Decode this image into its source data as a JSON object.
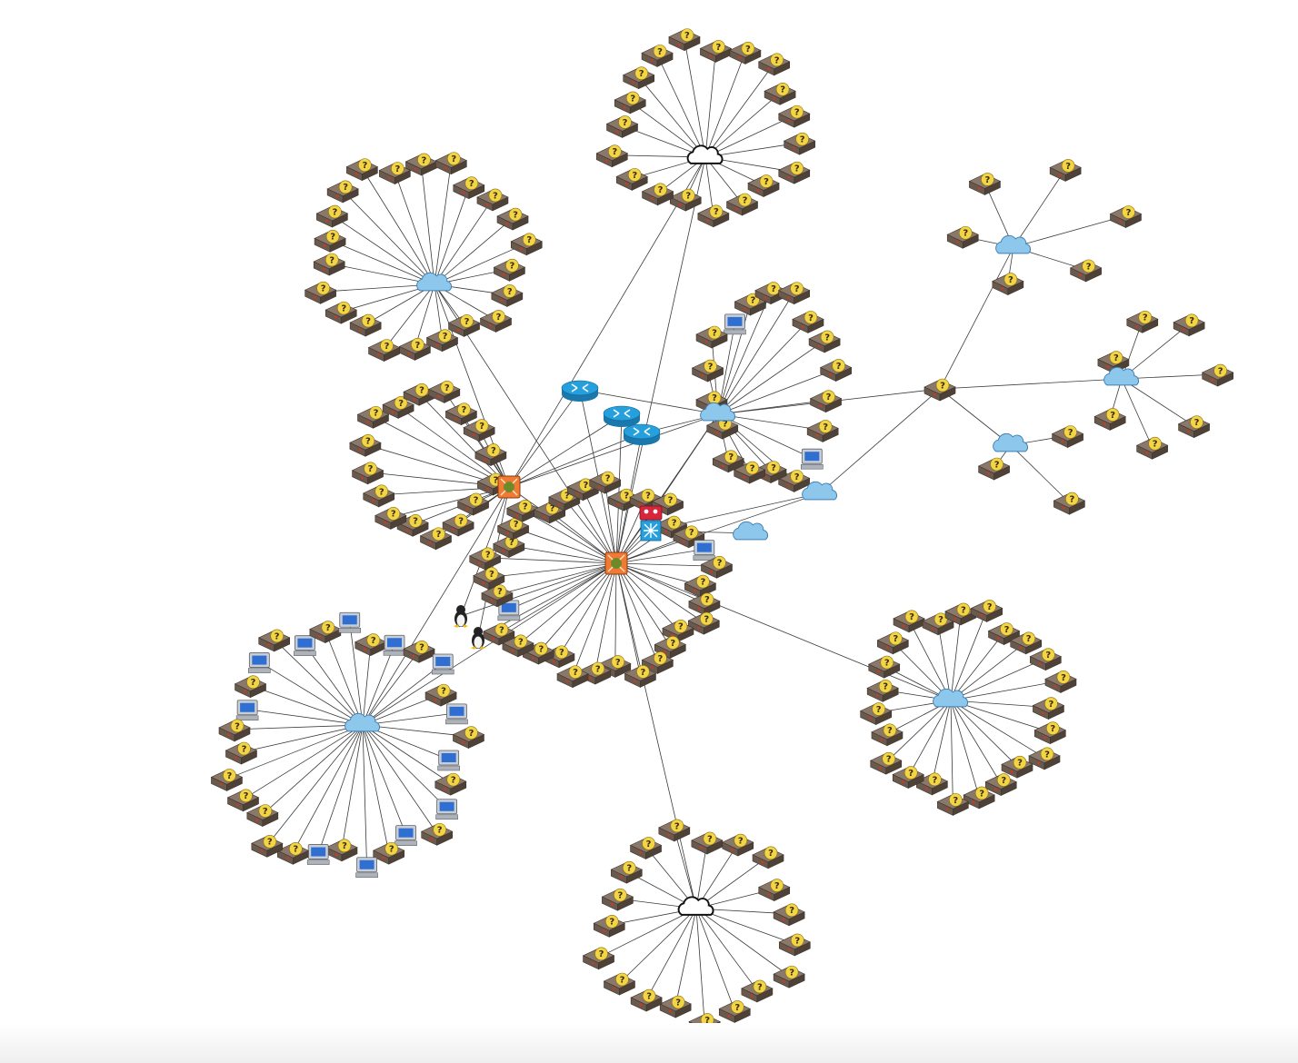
{
  "palette": {
    "background": "#ffffff",
    "link": "#3a3a3a",
    "unknown_device": "#6a5a4e",
    "unknown_badge": "#f2d544",
    "cloud_blue": "#8ec7ec",
    "router_blue": "#26a0dc",
    "switch_orange": "#f07a32",
    "firewall_red": "#d9253c",
    "workstation_screen": "#2f6fd1"
  },
  "legend_icons": {
    "unknown": "unknown-device-icon",
    "cloud": "cloud-icon",
    "white_cloud": "cloud-outline-icon",
    "router": "router-icon",
    "switch": "switch-icon",
    "firewall": "firewall-icon",
    "workstation": "workstation-icon",
    "linux": "linux-host-icon"
  },
  "node_badge": "?",
  "chart_data": {
    "type": "network-topology",
    "hubs": [
      {
        "id": "c_top",
        "kind": "white_cloud"
      },
      {
        "id": "c_ul",
        "kind": "cloud"
      },
      {
        "id": "c_mid",
        "kind": "cloud"
      },
      {
        "id": "c_ur",
        "kind": "cloud"
      },
      {
        "id": "c_r",
        "kind": "cloud"
      },
      {
        "id": "c_rs",
        "kind": "cloud"
      },
      {
        "id": "c_link",
        "kind": "cloud"
      },
      {
        "id": "c_small",
        "kind": "cloud"
      },
      {
        "id": "c_ll",
        "kind": "cloud"
      },
      {
        "id": "c_lr",
        "kind": "cloud"
      },
      {
        "id": "c_bot",
        "kind": "white_cloud"
      },
      {
        "id": "sw1",
        "kind": "switch"
      },
      {
        "id": "sw2",
        "kind": "switch"
      },
      {
        "id": "r1",
        "kind": "router"
      },
      {
        "id": "r2",
        "kind": "router"
      },
      {
        "id": "r3",
        "kind": "router"
      },
      {
        "id": "fw",
        "kind": "firewall"
      },
      {
        "id": "ms",
        "kind": "router"
      },
      {
        "id": "dev_r",
        "kind": "unknown"
      },
      {
        "id": "lx1",
        "kind": "linux"
      },
      {
        "id": "lx2",
        "kind": "linux"
      }
    ],
    "hub_links": [
      [
        "sw1",
        "sw2"
      ],
      [
        "sw1",
        "r1"
      ],
      [
        "sw1",
        "r2"
      ],
      [
        "sw1",
        "r3"
      ],
      [
        "sw2",
        "r1"
      ],
      [
        "sw2",
        "r2"
      ],
      [
        "sw2",
        "r3"
      ],
      [
        "sw1",
        "c_ul"
      ],
      [
        "sw1",
        "c_mid"
      ],
      [
        "sw2",
        "c_mid"
      ],
      [
        "sw2",
        "c_top"
      ],
      [
        "sw2",
        "c_bot"
      ],
      [
        "sw2",
        "c_lr"
      ],
      [
        "sw2",
        "c_ll"
      ],
      [
        "sw1",
        "c_ll"
      ],
      [
        "sw2",
        "fw"
      ],
      [
        "sw2",
        "ms"
      ],
      [
        "fw",
        "c_mid"
      ],
      [
        "ms",
        "c_link"
      ],
      [
        "ms",
        "c_small"
      ],
      [
        "c_mid",
        "dev_r"
      ],
      [
        "c_link",
        "dev_r"
      ],
      [
        "dev_r",
        "c_ur"
      ],
      [
        "dev_r",
        "c_r"
      ],
      [
        "dev_r",
        "c_rs"
      ],
      [
        "sw1",
        "lx1"
      ],
      [
        "sw2",
        "lx1"
      ],
      [
        "sw1",
        "lx2"
      ],
      [
        "sw2",
        "lx2"
      ],
      [
        "r1",
        "c_mid"
      ],
      [
        "r3",
        "c_mid"
      ],
      [
        "c_ul",
        "sw2"
      ],
      [
        "c_top",
        "sw1"
      ],
      [
        "c_link",
        "sw2"
      ]
    ],
    "leaf_groups": [
      {
        "hub": "c_top",
        "unknown": 19,
        "workstation": 0
      },
      {
        "hub": "c_ul",
        "unknown": 22,
        "workstation": 0
      },
      {
        "hub": "c_mid",
        "unknown": 16,
        "workstation": 2
      },
      {
        "hub": "c_ur",
        "unknown": 6,
        "workstation": 0
      },
      {
        "hub": "c_r",
        "unknown": 7,
        "workstation": 0
      },
      {
        "hub": "c_rs",
        "unknown": 3,
        "workstation": 0
      },
      {
        "hub": "sw1",
        "unknown": 16,
        "workstation": 0
      },
      {
        "hub": "sw2",
        "unknown": 30,
        "workstation": 2
      },
      {
        "hub": "c_ll",
        "unknown": 18,
        "workstation": 12
      },
      {
        "hub": "c_lr",
        "unknown": 23,
        "workstation": 0
      },
      {
        "hub": "c_bot",
        "unknown": 19,
        "workstation": 0
      }
    ]
  }
}
